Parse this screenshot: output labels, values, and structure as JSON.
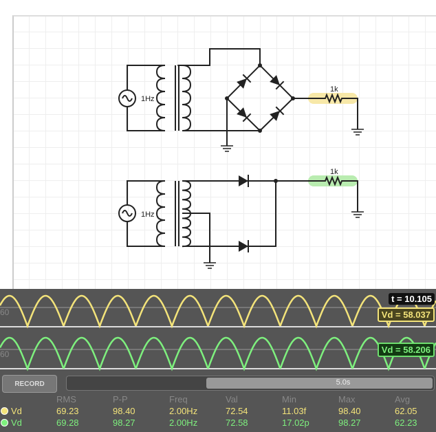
{
  "circuit": {
    "top": {
      "source_label": "1Hz",
      "resistor_label": "1k",
      "highlight_color": "#f7e8a8"
    },
    "bottom": {
      "source_label": "1Hz",
      "resistor_label": "1k",
      "highlight_color": "#b9ecb0"
    }
  },
  "scope": {
    "time_label": "t = 10.105",
    "traces": [
      {
        "name": "Vd",
        "color": "#f3e37a",
        "readout": "Vd = 58.037",
        "axis_label": "60",
        "frequency_hz": 2.0
      },
      {
        "name": "Vd",
        "color": "#7ef07e",
        "readout": "Vd = 58.206",
        "axis_label": "60",
        "frequency_hz": 2.0
      }
    ],
    "record_label": "RECORD",
    "window_label": "5.0s",
    "window_fill_percent": 62
  },
  "stats": {
    "headers": [
      "RMS",
      "P-P",
      "Freq",
      "Val",
      "Min",
      "Max",
      "Avg"
    ],
    "rows": [
      {
        "name": "Vd",
        "values": [
          "69.23",
          "98.40",
          "2.00Hz",
          "72.54",
          "11.03f",
          "98.40",
          "62.05"
        ]
      },
      {
        "name": "Vd",
        "values": [
          "69.28",
          "98.27",
          "2.00Hz",
          "72.58",
          "17.02p",
          "98.27",
          "62.23"
        ]
      }
    ]
  }
}
